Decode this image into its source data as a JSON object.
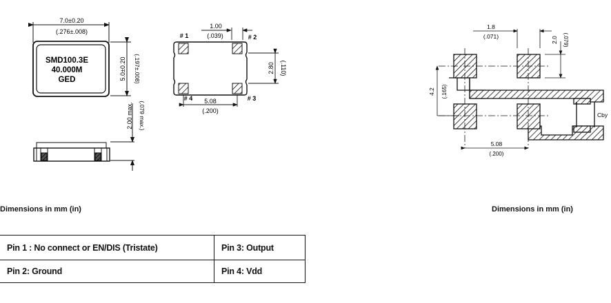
{
  "top_view": {
    "width_mm": "7.0±0.20",
    "width_in": "(.276±.008)",
    "height_mm": "5.0±0.20",
    "height_in": "(.197±.008)",
    "marking": [
      "SMD100.3E",
      "40.000M",
      "GED"
    ]
  },
  "side_view": {
    "height_mm": "2.00 max.",
    "height_in": "(.079 max.)"
  },
  "bottom_view": {
    "pad_width_mm": "1.00",
    "pad_width_in": "(.039)",
    "pad_pitch_v_mm": "2.80",
    "pad_pitch_v_in": "(.110)",
    "pad_pitch_h_mm": "5.08",
    "pad_pitch_h_in": "(.200)",
    "pins": [
      "# 1",
      "# 2",
      "# 3",
      "# 4"
    ]
  },
  "footprint": {
    "pad_w_mm": "1.8",
    "pad_w_in": "(.071)",
    "pad_h_mm": "2.0",
    "pad_h_in": "(.079)",
    "pitch_v_mm": "4.2",
    "pitch_v_in": "(.165)",
    "pitch_h_mm": "5.08",
    "pitch_h_in": "(.200)",
    "cap_label": "Cby"
  },
  "captions": {
    "left": "Dimensions in mm (in)",
    "right": "Dimensions in mm (in)"
  },
  "pin_table": {
    "rows": [
      [
        "Pin 1 : No connect or EN/DIS (Tristate)",
        "Pin 3: Output"
      ],
      [
        "Pin 2: Ground",
        "Pin 4: Vdd"
      ]
    ]
  }
}
